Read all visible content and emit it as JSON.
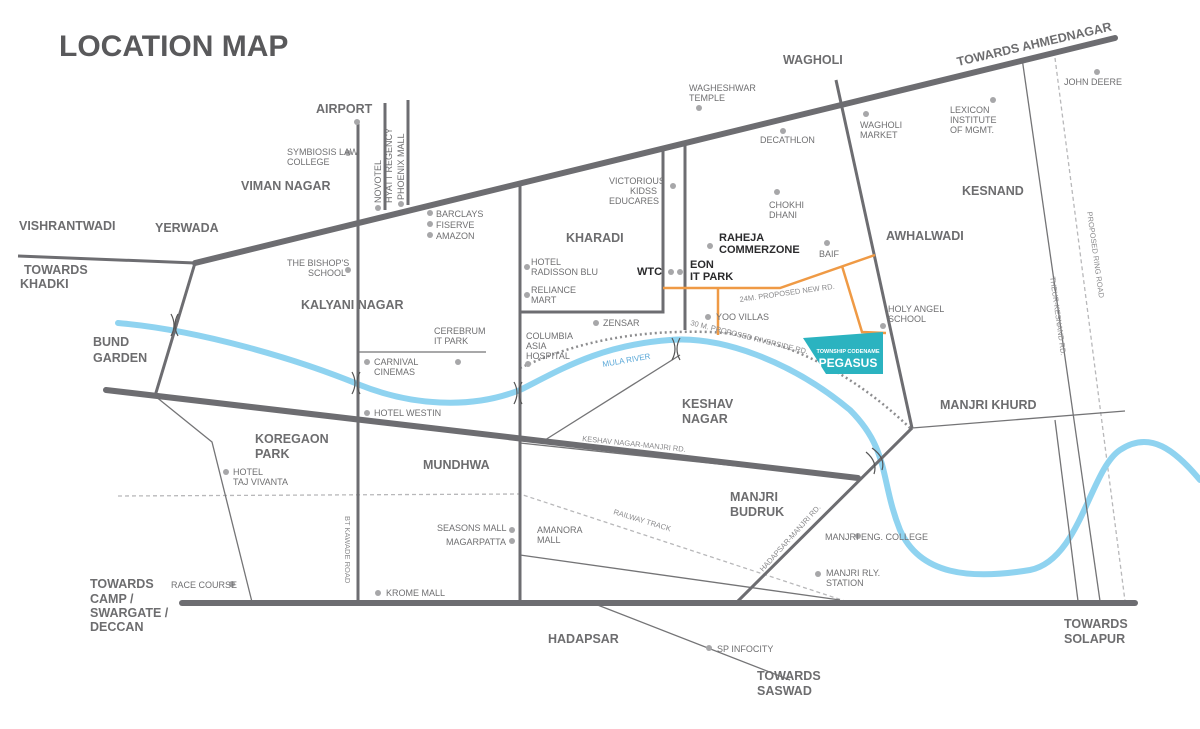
{
  "title": "LOCATION MAP",
  "areas": {
    "wagholi": "WAGHOLI",
    "towards_ahmednagar": "TOWARDS AHMEDNAGAR",
    "airport": "AIRPORT",
    "viman_nagar": "VIMAN NAGAR",
    "vishrantwadi": "VISHRANTWADI",
    "yerwada": "YERWADA",
    "towards_khadki_1": "TOWARDS",
    "towards_khadki_2": "KHADKI",
    "kalyani_nagar": "KALYANI NAGAR",
    "kharadi": "KHARADI",
    "kesnand": "KESNAND",
    "awhalwadi": "AWHALWADI",
    "bund_garden_1": "BUND",
    "bund_garden_2": "GARDEN",
    "keshav_nagar_1": "KESHAV",
    "keshav_nagar_2": "NAGAR",
    "manjri_khurd": "MANJRI KHURD",
    "koregaon_park_1": "KOREGAON",
    "koregaon_park_2": "PARK",
    "mundhwa": "MUNDHWA",
    "manjri_budruk_1": "MANJRI",
    "manjri_budruk_2": "BUDRUK",
    "towards_camp_1": "TOWARDS",
    "towards_camp_2": "CAMP /",
    "towards_camp_3": "SWARGATE /",
    "towards_camp_4": "DECCAN",
    "hadapsar": "HADAPSAR",
    "towards_solapur_1": "TOWARDS",
    "towards_solapur_2": "SOLAPUR",
    "towards_saswad_1": "TOWARDS",
    "towards_saswad_2": "SASWAD"
  },
  "places": {
    "wagheshwar_1": "WAGHESHWAR",
    "wagheshwar_2": "TEMPLE",
    "decathlon": "DECATHLON",
    "wagholi_market_1": "WAGHOLI",
    "wagholi_market_2": "MARKET",
    "lexicon_1": "LEXICON",
    "lexicon_2": "INSTITUTE",
    "lexicon_3": "OF MGMT.",
    "john_deere": "JOHN DEERE",
    "symbiosis_1": "SYMBIOSIS LAW",
    "symbiosis_2": "COLLEGE",
    "novotel": "NOVOTEL",
    "hyatt": "HYATT REGENCY",
    "phoenix": "PHOENIX MALL",
    "barclays": "BARCLAYS",
    "fiserve": "FISERVE",
    "amazon": "AMAZON",
    "bishops_1": "THE BISHOP'S",
    "bishops_2": "SCHOOL",
    "victorious_1": "VICTORIOUS",
    "victorious_2": "KIDSS",
    "victorious_3": "EDUCARES",
    "chokhi_1": "CHOKHI",
    "chokhi_2": "DHANI",
    "raheja_1": "RAHEJA",
    "raheja_2": "COMMERZONE",
    "baif": "BAIF",
    "radisson_1": "HOTEL",
    "radisson_2": "RADISSON BLU",
    "wtc": "WTC",
    "eon_1": "EON",
    "eon_2": "IT PARK",
    "reliance_1": "RELIANCE",
    "reliance_2": "MART",
    "holy_angel_1": "HOLY ANGEL",
    "holy_angel_2": "SCHOOL",
    "yoo_villas": "YOO VILLAS",
    "cerebrum_1": "CEREBRUM",
    "cerebrum_2": "IT PARK",
    "zensar": "ZENSAR",
    "columbia_1": "COLUMBIA",
    "columbia_2": "ASIA",
    "columbia_3": "HOSPITAL",
    "carnival_1": "CARNIVAL",
    "carnival_2": "CINEMAS",
    "westin": "HOTEL WESTIN",
    "taj_1": "HOTEL",
    "taj_2": "TAJ VIVANTA",
    "seasons": "SEASONS MALL",
    "magarpatta": "MAGARPATTA",
    "amanora_1": "AMANORA",
    "amanora_2": "MALL",
    "manjri_eng": "MANJRI ENG. COLLEGE",
    "manjri_rly_1": "MANJRI RLY.",
    "manjri_rly_2": "STATION",
    "race_course": "RACE COURSE",
    "krome": "KROME MALL",
    "sp_infocity": "SP INFOCITY"
  },
  "roads": {
    "proposed_24m": "24M. PROPOSED NEW RD.",
    "proposed_30m": "30 M. PROPOSED RIVERSIDE RD.",
    "mula_river": "MULA RIVER",
    "keshav_manjri": "KESHAV NAGAR-MANJRI RD.",
    "railway": "RAILWAY TRACK",
    "bt_kawade": "BT KAWADE ROAD",
    "hadapsar_manjri": "HADAPSAR-MANJRI RD.",
    "ring_road": "PROPOSED RING ROAD",
    "theur_kesnand": "THEUR-KESNAND RD."
  },
  "project": {
    "line1": "TOWNSHIP CODENAME",
    "line2": "PEGASUS",
    "color": "#2bb3c0"
  },
  "colors": {
    "road": "#6d6d71",
    "river": "#8fd3f0",
    "proposed_road": "#ef9a45"
  }
}
